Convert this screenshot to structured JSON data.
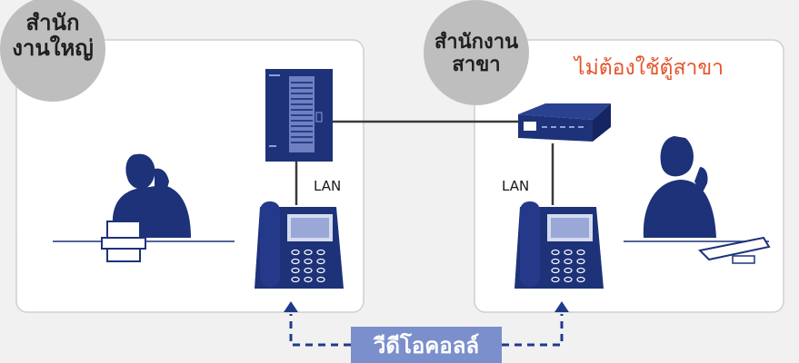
{
  "head_office": {
    "label_line1": "สำนัก",
    "label_line2": "งานใหญ่"
  },
  "branch_office": {
    "label_line1": "สำนักงาน",
    "label_line2": "สาขา"
  },
  "no_pbx_text": "ไม่ต้องใช้ตู้สาขา",
  "lan_left": "LAN",
  "lan_right": "LAN",
  "video_call_label": "วีดีโอคอลล์",
  "colors": {
    "device_blue": "#1d3279",
    "box_fill": "#ffffff",
    "box_border": "#c9c9c9",
    "circle_gray": "#bdbdbd",
    "accent_red": "#e4542b",
    "video_badge": "#7b8fcc",
    "dashed_line": "#1e3a8a",
    "line_dark": "#3a3a3a"
  },
  "icons": [
    "pbx-unit-icon",
    "ip-phone-icon",
    "network-switch-icon",
    "man-on-phone-icon",
    "woman-on-phone-icon",
    "desk-phone-icon",
    "keyboard-icon"
  ]
}
